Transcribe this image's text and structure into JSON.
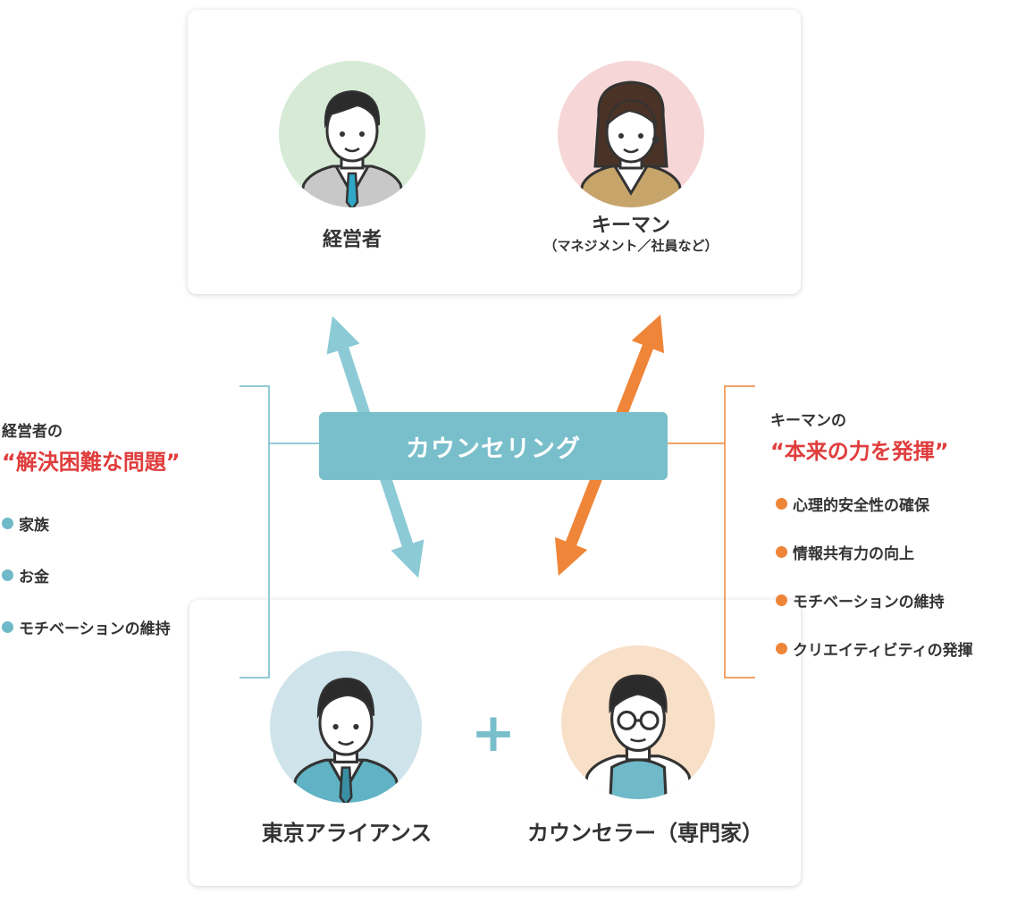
{
  "top": {
    "ceo_label": "経営者",
    "keyman_label": "キーマン",
    "keyman_sub": "（マネジメント／社員など）"
  },
  "center": {
    "label": "カウンセリング"
  },
  "bottom": {
    "tokyo_label": "東京アライアンス",
    "plus": "+",
    "counselor_label": "カウンセラー（専門家）"
  },
  "left_panel": {
    "heading": "経営者の",
    "highlight": "“解決困難な問題”",
    "items": [
      "家族",
      "お金",
      "モチベーションの維持"
    ]
  },
  "right_panel": {
    "heading": "キーマンの",
    "highlight": "“本来の力を発揮”",
    "items": [
      "心理的安全性の確保",
      "情報共有力の向上",
      "モチベーションの維持",
      "クリエイティビティの発揮"
    ]
  },
  "colors": {
    "teal": "#79bfcb",
    "teal_arrow": "#8ccad6",
    "orange": "#ef8538",
    "red": "#e03d3d"
  }
}
